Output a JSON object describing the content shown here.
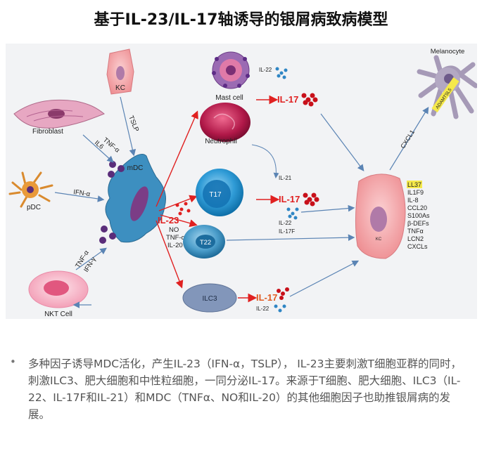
{
  "title": "基于IL-23/IL-17轴诱导的银屑病致病模型",
  "diagram": {
    "cells": {
      "kc_top": "KC",
      "fibroblast": "Fibroblast",
      "pdc": "pDC",
      "nkt": "NKT Cell",
      "mdc": "mDC",
      "mast": "Mast cell",
      "neutrophil": "Neutrophil",
      "t17": "T17",
      "t22": "T22",
      "ilc3": "ILC3",
      "kc_right": "KC",
      "melanocyte": "Melanocyte"
    },
    "signals": {
      "tslp": "TSLP",
      "tnf_fib": "TNF-α",
      "il6": "IL6",
      "ifn_pdc": "IFN-α",
      "tnf_nkt": "TNF-α",
      "ifn_nkt": "IFN-γ",
      "il23": "IL-23",
      "no": "NO",
      "tnf_mdc": "TNF-α",
      "il20": "IL-20",
      "il22_mast": "IL-22",
      "il17_mast": "IL-17",
      "il21": "IL-21",
      "il17_t17": "IL-17",
      "il22_t": "IL-22",
      "il17f": "IL-17F",
      "il17_ilc3": "IL-17",
      "il22_ilc3": "IL-22",
      "cxcl1": "CXCL1",
      "adamtsl5": "ADAMTSL5"
    },
    "kc_products": [
      "LL37",
      "IL1F9",
      "IL-8",
      "CCL20",
      "S100As",
      "β-DEFs",
      "TNFα",
      "LCN2",
      "CXCLs"
    ]
  },
  "caption": "多种因子诱导MDC活化，产生IL-23（IFN-α，TSLP）， IL-23主要刺激T细胞亚群的同时，刺激ILC3、肥大细胞和中性粒细胞，一同分泌IL-17。来源于T细胞、肥大细胞、ILC3（IL-22、IL-17F和IL-21）和MDC（TNFα、NO和IL-20）的其他细胞因子也助推银屑病的发展。",
  "colors": {
    "red_arrow": "#e02020",
    "blue_arrow": "#5b84b4",
    "kc_pink": "#f4a8ab",
    "mdc_blue": "#3d8fc0",
    "t_cell_blue": "#1d8fcf",
    "ilc3_blue": "#8296ba",
    "purple_dot": "#5a2d7a",
    "ll37_highlight": "#f5e94a"
  }
}
